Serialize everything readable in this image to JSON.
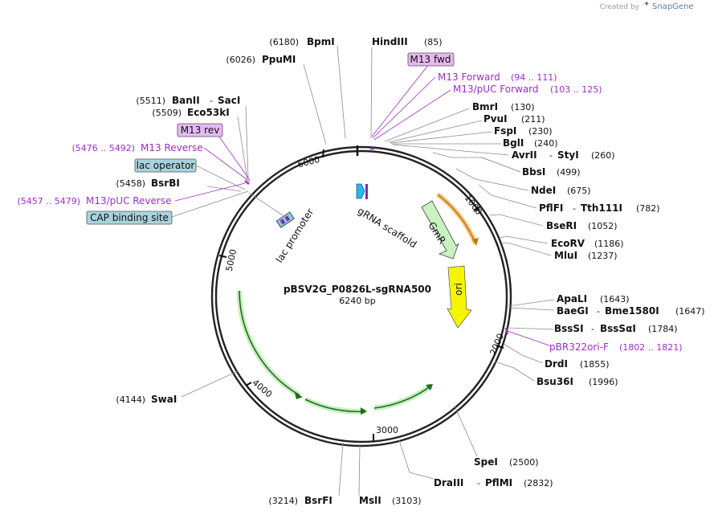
{
  "credit": {
    "prefix": "Created by",
    "brand": "SnapGene"
  },
  "plasmid": {
    "name": "pBSV2G_P0826L-sgRNA500",
    "size": "6240 bp"
  },
  "ticks": [
    "6000",
    "1000",
    "2000",
    "3000",
    "4000",
    "5000"
  ],
  "features_inner": {
    "grna": "gRNA scaffold",
    "lac": "lac promoter",
    "gmr": "GmR",
    "ori": "ori"
  },
  "enzymes": {
    "bpmi": {
      "pos": "(6180)",
      "name": "BpmI"
    },
    "hindiii": {
      "name": "HindIII",
      "pos": "(85)"
    },
    "ppumi": {
      "pos": "(6026)",
      "name": "PpuMI"
    },
    "banii": {
      "pos": "(5511)",
      "name": "BanII",
      "sep": "-",
      "name2": "SacI"
    },
    "eco53ki": {
      "pos": "(5509)",
      "name": "Eco53kI"
    },
    "bsrbi": {
      "pos": "(5458)",
      "name": "BsrBI"
    },
    "bmri": {
      "name": "BmrI",
      "pos": "(130)"
    },
    "pvui": {
      "name": "PvuI",
      "pos": "(211)"
    },
    "fspi": {
      "name": "FspI",
      "pos": "(230)"
    },
    "bgli": {
      "name": "BglI",
      "pos": "(240)"
    },
    "avrii": {
      "name": "AvrII",
      "sep": "-",
      "name2": "StyI",
      "pos": "(260)"
    },
    "bbsi": {
      "name": "BbsI",
      "pos": "(499)"
    },
    "ndei": {
      "name": "NdeI",
      "pos": "(675)"
    },
    "pflfi": {
      "name": "PflFI",
      "sep": "-",
      "name2": "Tth111I",
      "pos": "(782)"
    },
    "bseri": {
      "name": "BseRI",
      "pos": "(1052)"
    },
    "ecorv": {
      "name": "EcoRV",
      "pos": "(1186)"
    },
    "mlui": {
      "name": "MluI",
      "pos": "(1237)"
    },
    "apali": {
      "name": "ApaLI",
      "pos": "(1643)"
    },
    "baegi": {
      "name": "BaeGI",
      "sep": "-",
      "name2": "Bme1580I",
      "pos": "(1647)"
    },
    "bsssi": {
      "name": "BssSI",
      "sep": "-",
      "name2": "BssSαI",
      "pos": "(1784)"
    },
    "drdi": {
      "name": "DrdI",
      "pos": "(1855)"
    },
    "bsu36i": {
      "name": "Bsu36I",
      "pos": "(1996)"
    },
    "spei": {
      "name": "SpeI",
      "pos": "(2500)"
    },
    "draiii": {
      "name": "DraIII",
      "sep": "-",
      "name2": "PflMI",
      "pos": "(2832)"
    },
    "bsrfi": {
      "pos": "(3214)",
      "name": "BsrFI"
    },
    "msli": {
      "name": "MslI",
      "pos": "(3103)"
    },
    "swai": {
      "pos": "(4144)",
      "name": "SwaI"
    }
  },
  "primers": {
    "m13fwd_box": "M13 fwd",
    "m13forward": {
      "name": "M13 Forward",
      "range": "(94 .. 111)"
    },
    "m13puc_fwd": {
      "name": "M13/pUC Forward",
      "range": "(103 .. 125)"
    },
    "m13rev_box": "M13 rev",
    "m13reverse": {
      "range": "(5476 .. 5492)",
      "name": "M13 Reverse"
    },
    "m13puc_rev": {
      "range": "(5457 .. 5479)",
      "name": "M13/pUC Reverse"
    },
    "pbr322": {
      "name": "pBR322ori-F",
      "range": "(1802 .. 1821)"
    }
  },
  "boxes": {
    "lac_operator": "lac operator",
    "cap_site": "CAP binding site"
  },
  "colors": {
    "purple": "#9b2fc4",
    "feature_box": "#a9d3dc",
    "primer_box": "#e6b8f2",
    "gmr": "#c8f2c0",
    "ori": "#f5f500"
  }
}
